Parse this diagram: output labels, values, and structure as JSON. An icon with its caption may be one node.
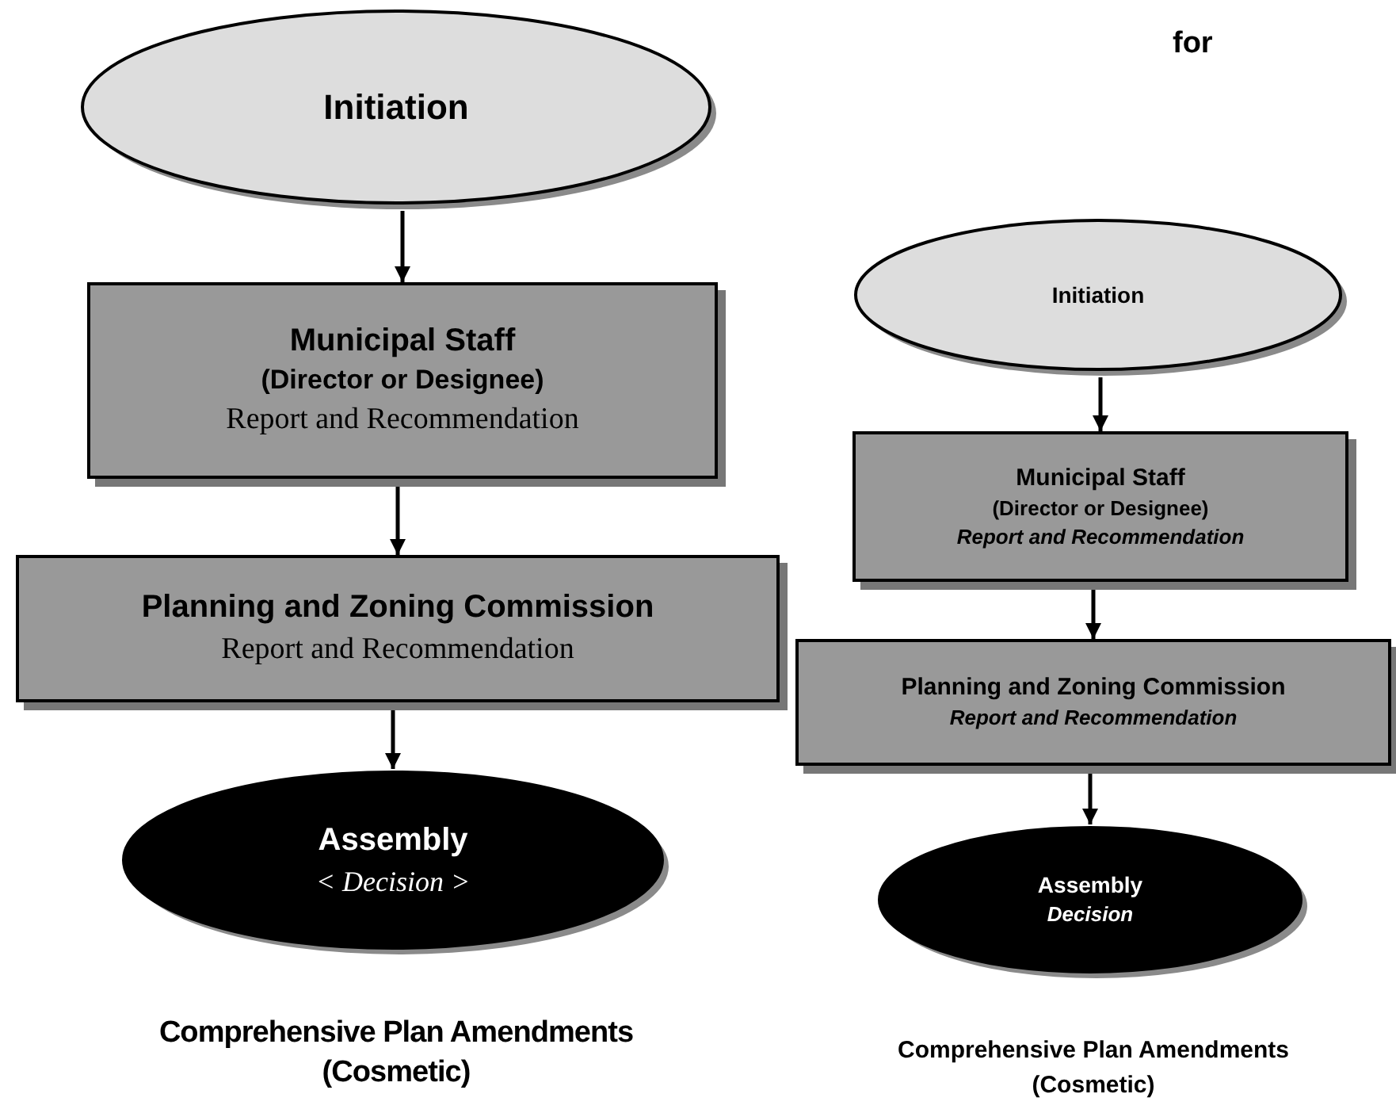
{
  "diagram": {
    "nodes": [
      {
        "text": [
          "Initiation"
        ]
      },
      {
        "text": [
          "Municipal Staff",
          "(Director or Designee)",
          "Report and Recommendation"
        ]
      },
      {
        "text": [
          "Planning and Zoning Commission",
          "Report and Recommendation"
        ]
      },
      {
        "text": [
          "Assembly",
          "< Decision >"
        ]
      },
      {
        "text": [
          "Initiation"
        ]
      },
      {
        "text": [
          "Municipal Staff",
          "(Director or Designee)",
          "Report and Recommendation"
        ]
      },
      {
        "text": [
          "Planning and Zoning Commission",
          "Report and Recommendation"
        ]
      },
      {
        "text": [
          "Assembly",
          "Decision"
        ]
      }
    ],
    "edges": [
      {
        "from": 0,
        "to": 1,
        "arrow": "to"
      },
      {
        "from": 1,
        "to": 2,
        "arrow": "to"
      },
      {
        "from": 2,
        "to": 3,
        "arrow": "to"
      },
      {
        "from": 4,
        "to": 5,
        "arrow": "to"
      },
      {
        "from": 5,
        "to": 6,
        "arrow": "to"
      },
      {
        "from": 6,
        "to": 7,
        "arrow": "to"
      }
    ],
    "labels": [
      "for",
      "Comprehensive Plan Amendments (Cosmetic)",
      "Comprehensive Plan Amendments (Cosmetic)"
    ]
  }
}
